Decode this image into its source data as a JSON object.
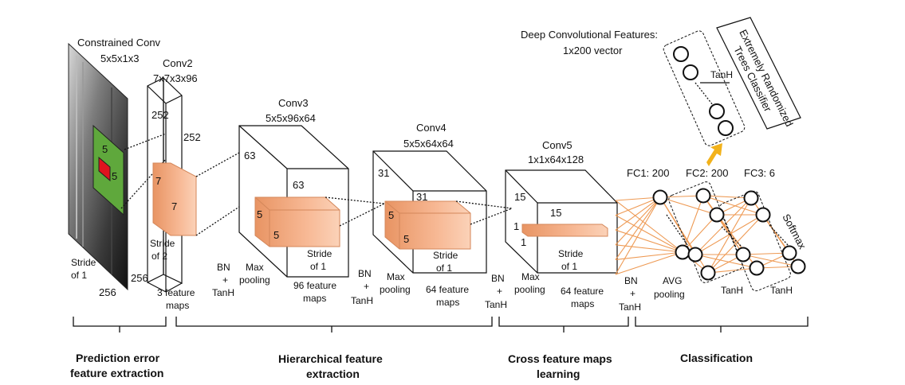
{
  "layers": {
    "constrained_conv": {
      "title": "Constrained Conv",
      "size": "5x5x1x3",
      "kernel_a": "5",
      "kernel_b": "5",
      "stride_line1": "Stride",
      "stride_line2": "of 1",
      "dim_w": "256",
      "dim_h": "256"
    },
    "conv2": {
      "title": "Conv2",
      "size": "7x7x3x96",
      "dim_a": "252",
      "dim_b": "252",
      "kernel_a": "7",
      "kernel_b": "7",
      "stride_line1": "Stride",
      "stride_line2": "of 2",
      "maps_line1": "3 feature",
      "maps_line2": "maps"
    },
    "conv3": {
      "title": "Conv3",
      "size": "5x5x96x64",
      "dim_a": "63",
      "dim_b": "63",
      "kernel_a": "5",
      "kernel_b": "5",
      "stride_line1": "Stride",
      "stride_line2": "of 1",
      "maps_line1": "96 feature",
      "maps_line2": "maps"
    },
    "conv4": {
      "title": "Conv4",
      "size": "5x5x64x64",
      "dim_a": "31",
      "dim_b": "31",
      "kernel_a": "5",
      "kernel_b": "5",
      "stride_line1": "Stride",
      "stride_line2": "of 1",
      "maps_line1": "64 feature",
      "maps_line2": "maps"
    },
    "conv5": {
      "title": "Conv5",
      "size": "1x1x64x128",
      "dim_a": "15",
      "dim_b": "15",
      "kernel_a": "1",
      "kernel_b": "1",
      "stride_line1": "Stride",
      "stride_line2": "of 1",
      "maps_line1": "64 feature",
      "maps_line2": "maps"
    }
  },
  "ops": {
    "bn": "BN",
    "plus": "+",
    "tanh": "TanH",
    "max": "Max",
    "pooling": "pooling",
    "avg": "AVG",
    "avg_pooling": "pooling"
  },
  "classifier": {
    "fc1": "FC1: 200",
    "fc2": "FC2: 200",
    "fc3": "FC3: 6",
    "tanh_a": "TanH",
    "tanh_b": "TanH",
    "softmax": "Softmax"
  },
  "features": {
    "title": "Deep Convolutional Features:",
    "subtitle": "1x200 vector",
    "tanh": "TanH",
    "trees_line1": "Extremely Randomized",
    "trees_line2": "Trees Classifier"
  },
  "stages": [
    {
      "line1": "Prediction error",
      "line2": "feature extraction"
    },
    {
      "line1": "Hierarchical feature",
      "line2": "extraction"
    },
    {
      "line1": "Cross feature maps",
      "line2": "learning"
    },
    {
      "line1": "Classification",
      "line2": ""
    }
  ],
  "colors": {
    "patch": "#f4a97e",
    "green": "#5fa83c",
    "red": "#e0141e",
    "arrow": "#f2b21b",
    "fc_line": "#ee9a54"
  }
}
